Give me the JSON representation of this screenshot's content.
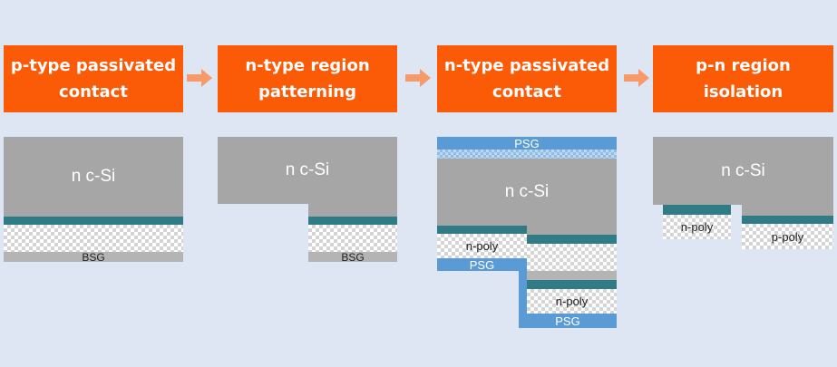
{
  "steps": [
    {
      "label": "p-type passivated\ncontact"
    },
    {
      "label": "n-type region\npatterning"
    },
    {
      "label": "n-type passivated\ncontact"
    },
    {
      "label": "p-n region\nisolation"
    }
  ],
  "panel1": {
    "si": "n c-Si",
    "bsg": "BSG"
  },
  "panel2": {
    "si": "n c-Si",
    "bsg": "BSG"
  },
  "panel3": {
    "psg_top": "PSG",
    "si": "n c-Si",
    "poly_left": "n-poly",
    "psg_left": "PSG",
    "poly_right": "n-poly",
    "psg_bottom": "PSG"
  },
  "panel4": {
    "si": "n c-Si",
    "poly_n": "n-poly",
    "poly_p": "p-poly"
  },
  "colors": {
    "step_bg": "#fb5a06",
    "arrow": "#f79a6a",
    "silicon": "#a6a6a6",
    "oxide": "#2f7c86",
    "psg": "#5b9bd5",
    "bsg": "#b4b4b4",
    "background": "#dde6f2"
  },
  "icons": [
    "arrow-right-icon",
    "arrow-right-icon",
    "arrow-right-icon"
  ]
}
